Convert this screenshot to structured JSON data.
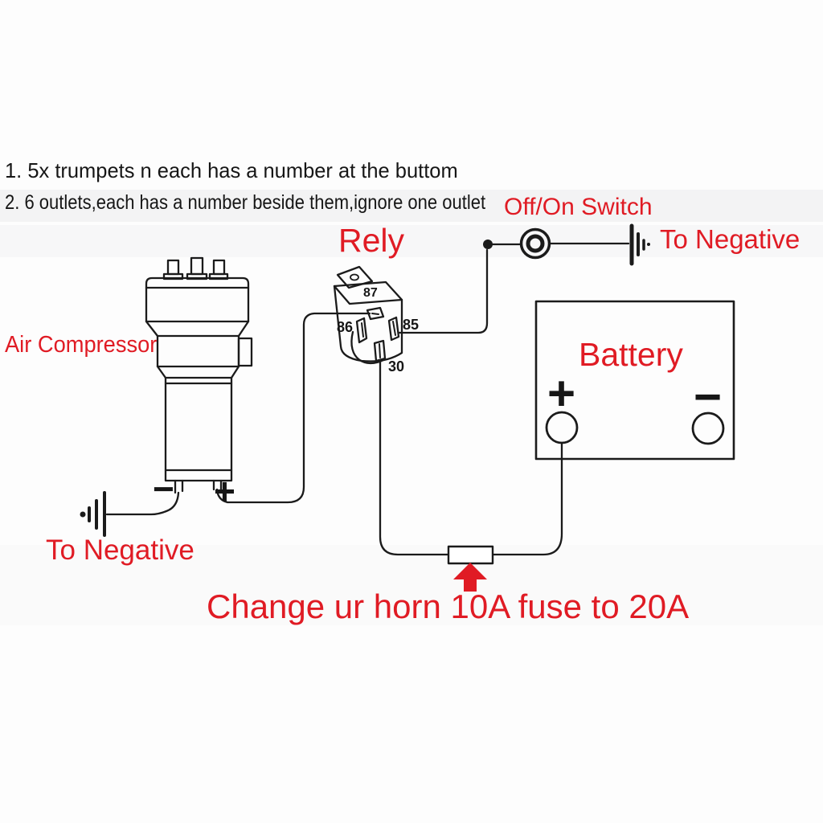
{
  "notes": {
    "line1": "1. 5x trumpets n each has a number at the buttom",
    "line2": "2. 6 outlets,each has a number beside them,ignore one outlet"
  },
  "labels": {
    "switch": "Off/On Switch",
    "to_negative_top": "To Negative",
    "relay": "Rely",
    "compressor": "Air Compressor",
    "battery": "Battery",
    "to_negative_bottom": "To Negative",
    "fuse_note": "Change ur horn 10A fuse to 20A"
  },
  "relay_pins": {
    "p87": "87",
    "p86": "86",
    "p85": "85",
    "p30": "30"
  },
  "terminals": {
    "compressor_minus": "−",
    "compressor_plus": "+",
    "battery_plus": "+",
    "battery_minus": "−"
  },
  "colors": {
    "annotation_red": "#e01b24",
    "line_black": "#1b1b1b"
  }
}
